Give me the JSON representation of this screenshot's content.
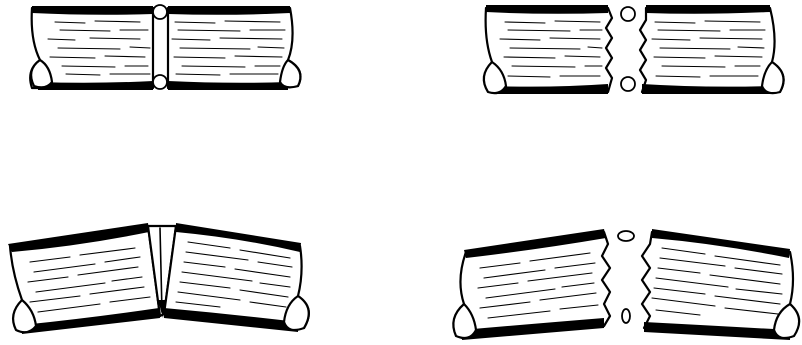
{
  "figure": {
    "panels": [
      {
        "id": "a",
        "joint": "straight-joint-with-wire"
      },
      {
        "id": "b",
        "joint": "broken-joint-with-wire"
      },
      {
        "id": "c",
        "joint": "angled-joint-with-wedge"
      },
      {
        "id": "d",
        "joint": "broken-angled-joint-with-wire"
      }
    ]
  }
}
